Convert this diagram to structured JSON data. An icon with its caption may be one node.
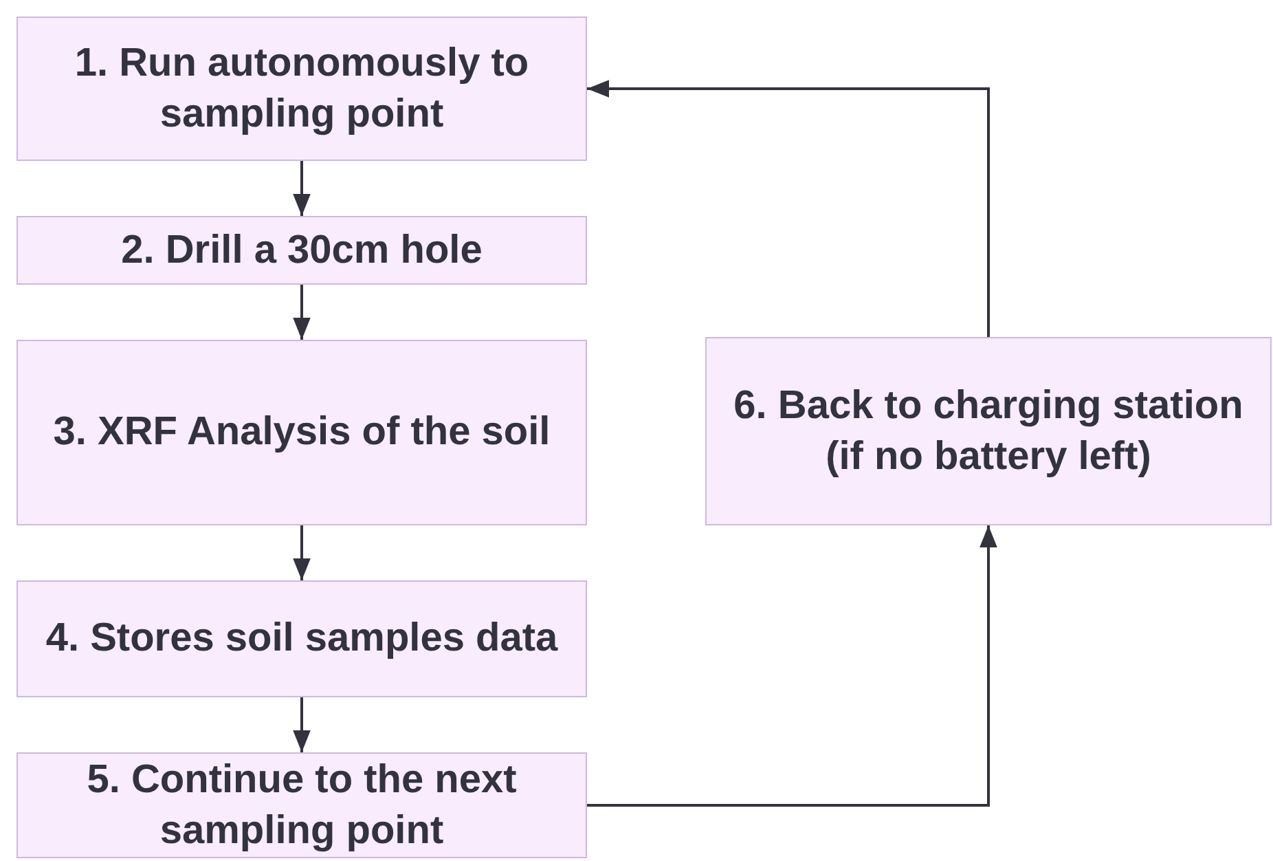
{
  "diagram": {
    "nodes": [
      {
        "text": [
          "1. Run autonomously to sampling point"
        ]
      },
      {
        "text": [
          "2. Drill a 30cm hole"
        ]
      },
      {
        "text": [
          "3. XRF Analysis of the soil"
        ]
      },
      {
        "text": [
          "4. Stores soil samples data"
        ]
      },
      {
        "text": [
          "5. Continue to the next sampling point"
        ]
      },
      {
        "text": [
          "6. Back to charging station (if no battery left)"
        ]
      }
    ],
    "edges": [
      {
        "from": 0,
        "to": 1,
        "arrow": "to"
      },
      {
        "from": 1,
        "to": 2,
        "arrow": "to"
      },
      {
        "from": 2,
        "to": 3,
        "arrow": "to"
      },
      {
        "from": 3,
        "to": 4,
        "arrow": "to"
      },
      {
        "from": 4,
        "to": 5,
        "arrow": "to"
      },
      {
        "from": 5,
        "to": 0,
        "arrow": "to"
      }
    ]
  }
}
